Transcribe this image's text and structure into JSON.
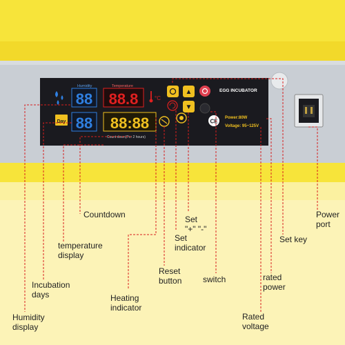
{
  "panel": {
    "humidity_label": "Humidity",
    "temperature_label": "Temperature",
    "countdown_label": "Count down(Per 2 hours)",
    "humidity_digits": "88",
    "temperature_digits": "88.8",
    "days_digits": "88",
    "countdown_digits": "88:88",
    "day_icon_text": "Day",
    "brand": "EGG INCUBATOR",
    "power_spec": "Power:80W",
    "voltage_spec": "Voltage: 95~125V",
    "ce_mark": "CE",
    "celsius_mark": "°C",
    "button_up": "▲",
    "button_down": "▼"
  },
  "callouts": {
    "countdown": "Countdown",
    "set_plus_minus": "Set\n\"+\" \"-\"",
    "set_key": "Set key",
    "power_port": "Power\nport",
    "temperature_display": "temperature\ndisplay",
    "set_indicator": "Set\nindicator",
    "incubation_days": "Incubation\ndays",
    "reset_button": "Reset\nbutton",
    "switch": "switch",
    "rated_power": "rated\npower",
    "heating_indicator": "Heating\nindicator",
    "humidity_display": "Humidity\ndisplay",
    "rated_voltage": "Rated\nvoltage"
  },
  "colors": {
    "yellow": "#f7e43a",
    "yellow_light": "#fbf1a0",
    "grey_plate": "#c9ced4",
    "panel_black": "#1a1a1f",
    "lcd_red": "#e02020",
    "lcd_blue": "#2f7fe0",
    "lcd_yellow": "#f0c020",
    "leader_red": "#d81e1e"
  }
}
